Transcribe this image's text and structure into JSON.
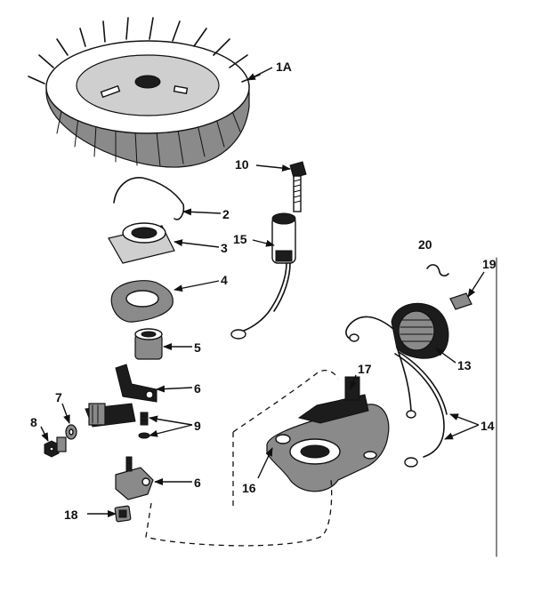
{
  "callouts": {
    "c1a": "1A",
    "c2": "2",
    "c3": "3",
    "c4": "4",
    "c5": "5",
    "c6a": "6",
    "c6b": "6",
    "c7": "7",
    "c8": "8",
    "c9": "9",
    "c10": "10",
    "c13": "13",
    "c14": "14",
    "c15": "15",
    "c16": "16",
    "c17": "17",
    "c18": "18",
    "c19": "19",
    "c20": "20"
  }
}
